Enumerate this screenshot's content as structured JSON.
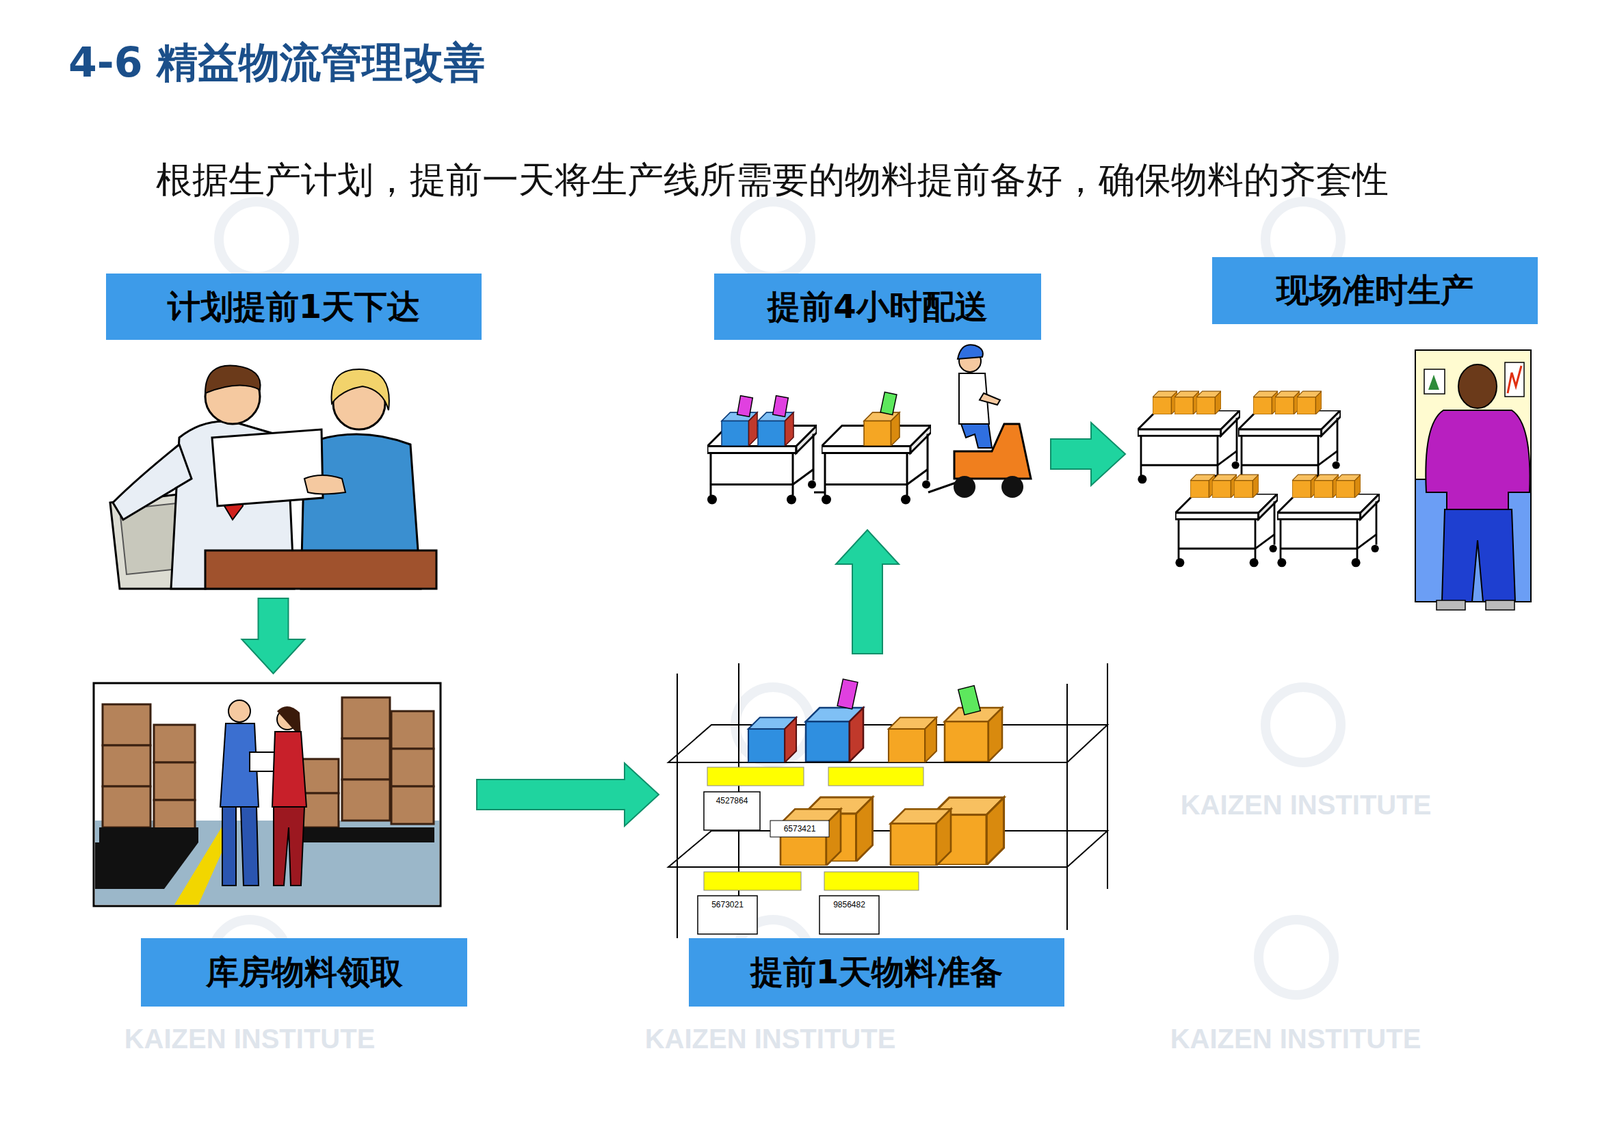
{
  "diagram": {
    "title": "4-6 精益物流管理改善",
    "caption": "根据生产计划，提前一天将生产线所需要的物料提前备好，确保物料的齐套性",
    "nodes": [
      {
        "text": [
          "计划提前1天下达"
        ]
      },
      {
        "text": [
          "库房物料领取"
        ]
      },
      {
        "text": [
          "提前1天物料准备"
        ]
      },
      {
        "text": [
          "提前4小时配送"
        ]
      },
      {
        "text": [
          "现场准时生产"
        ]
      }
    ],
    "edges": [
      {
        "from": 0,
        "to": 1,
        "arrow": "to"
      },
      {
        "from": 1,
        "to": 2,
        "arrow": "to"
      },
      {
        "from": 2,
        "to": 3,
        "arrow": "to"
      },
      {
        "from": 3,
        "to": 4,
        "arrow": "to"
      }
    ],
    "labels": [
      "4527864",
      "6573421",
      "5673021",
      "9856482",
      "KAIZEN INSTITUTE",
      "KAIZEN INSTITUTE",
      "KAIZEN INSTITUTE",
      "KAIZEN INSTITUTE"
    ]
  }
}
